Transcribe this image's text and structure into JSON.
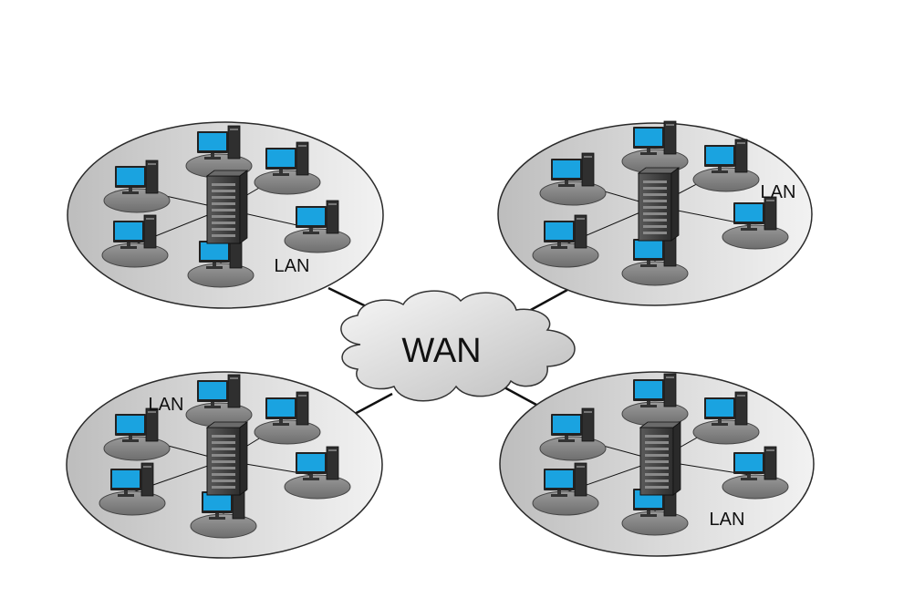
{
  "wan": {
    "label": "WAN"
  },
  "lans": [
    {
      "label": "LAN"
    },
    {
      "label": "LAN"
    },
    {
      "label": "LAN"
    },
    {
      "label": "LAN"
    }
  ],
  "colors": {
    "screen": "#1aa3e0",
    "tower": "#3a3a3a",
    "ellipse_edge": "#2a2a2a",
    "link": "#111111"
  }
}
